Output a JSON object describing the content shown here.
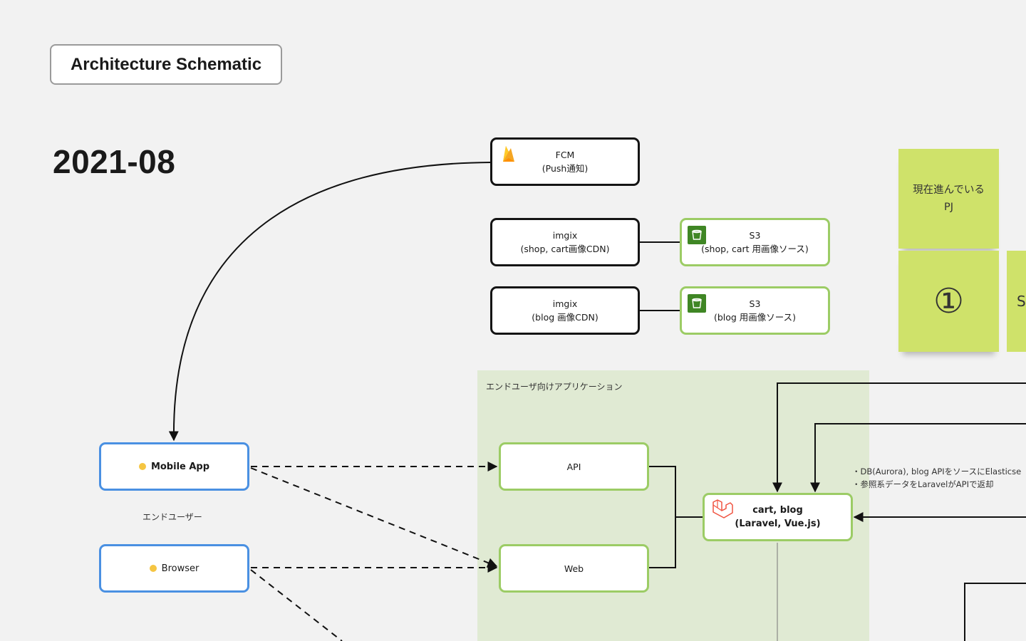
{
  "board": {
    "title": "Architecture Schematic",
    "date": "2021-08"
  },
  "zone": {
    "label": "エンドユーザ向けアプリケーション"
  },
  "nodes": {
    "fcm": {
      "line1": "FCM",
      "line2": "(Push通知)"
    },
    "imgix_shop": {
      "line1": "imgix",
      "line2": "(shop, cart画像CDN)"
    },
    "s3_shop": {
      "line1": "S3",
      "line2": "(shop, cart 用画像ソース)"
    },
    "imgix_blog": {
      "line1": "imgix",
      "line2": "(blog 画像CDN)"
    },
    "s3_blog": {
      "line1": "S3",
      "line2": "(blog 用画像ソース)"
    },
    "mobile_app": {
      "label": "Mobile App"
    },
    "browser": {
      "label": "Browser"
    },
    "api": {
      "label": "API"
    },
    "web": {
      "label": "Web"
    },
    "cart_blog": {
      "line1": "cart, blog",
      "line2": "(Laravel, Vue.js)"
    }
  },
  "end_user_caption": "エンドユーザー",
  "notes": [
    "・DB(Aurora), blog APIをソースにElasticse",
    "・参照系データをLaravelがAPIで返却"
  ],
  "stickies": {
    "current_pj": {
      "line1": "現在進んでいる",
      "line2": "PJ"
    },
    "number_one": "①",
    "partial": "S"
  },
  "icons": {
    "firebase": "firebase-icon",
    "s3": "s3-bucket-icon",
    "laravel": "laravel-icon",
    "user": "smiley-icon"
  },
  "colors": {
    "zone_bg": "#e0ead3",
    "green_border": "#9ccc65",
    "blue_border": "#4a90e2",
    "sticky": "#cfe26a",
    "s3": "#3f8624",
    "firebase": "#f5a623",
    "laravel": "#f05340"
  }
}
